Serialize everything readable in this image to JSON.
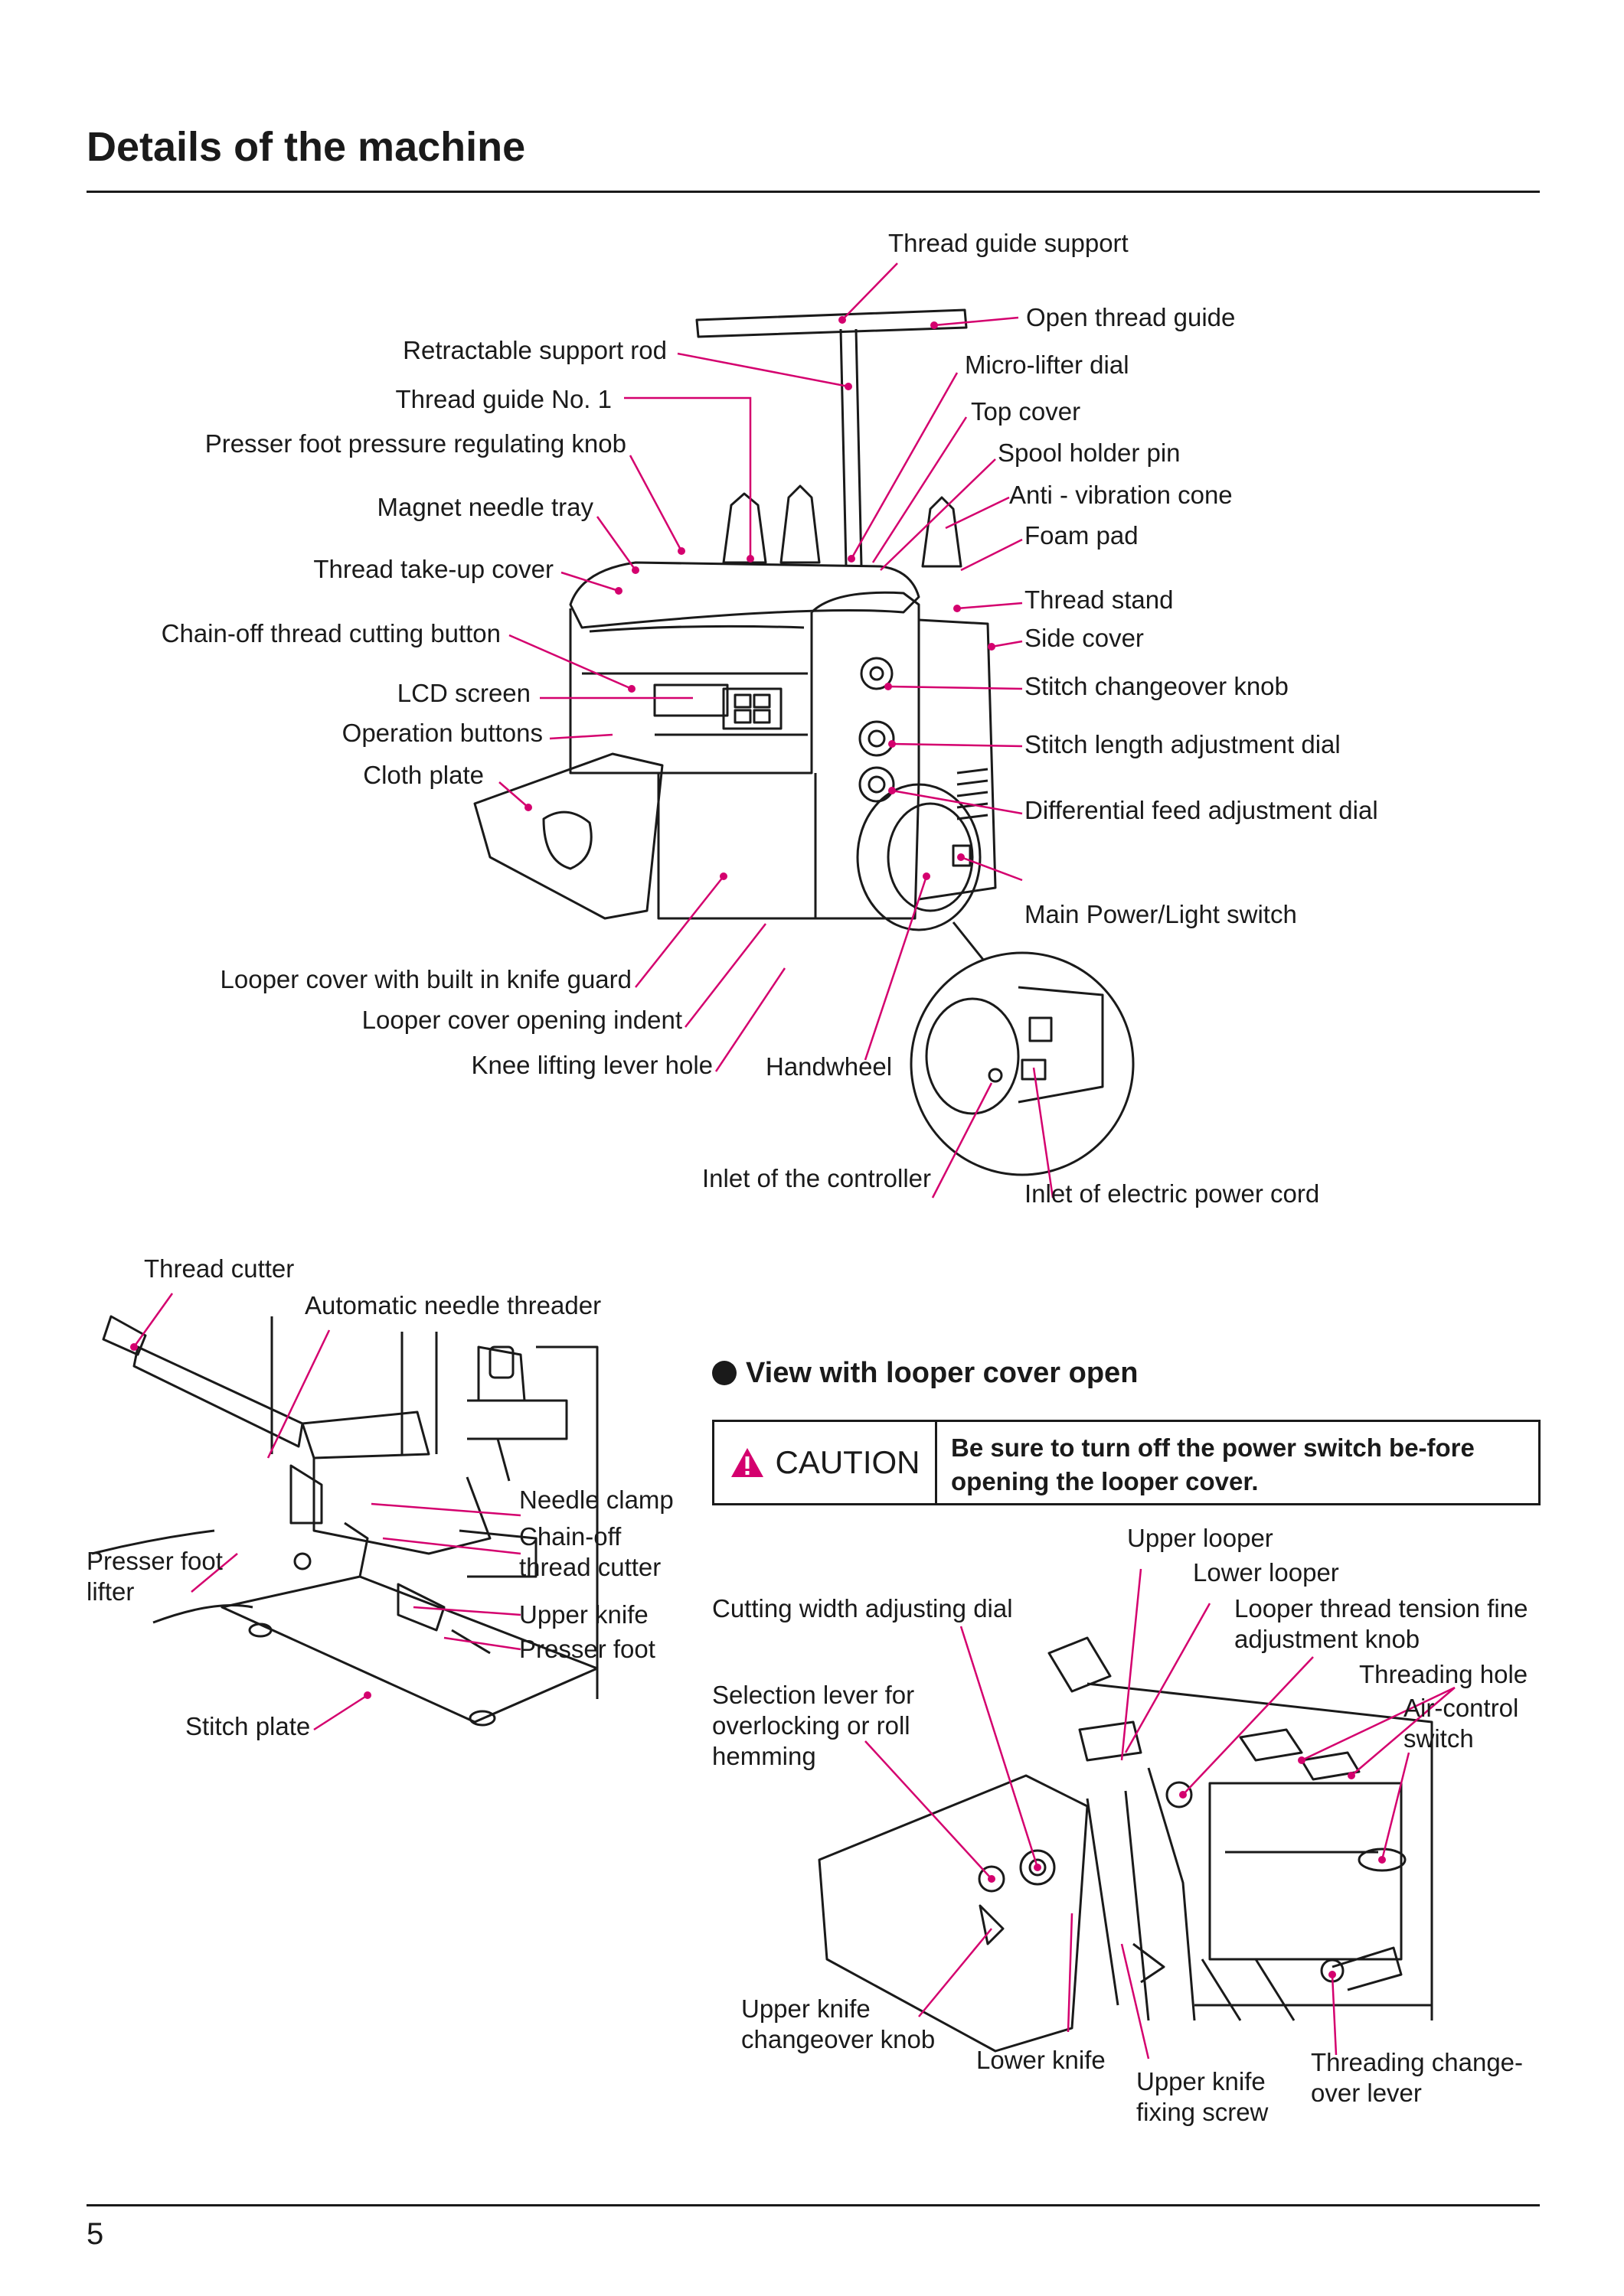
{
  "page": {
    "title": "Details of the machine",
    "number": "5"
  },
  "main_labels": {
    "thread_guide_support": "Thread guide support",
    "open_thread_guide": "Open thread guide",
    "retractable_support_rod": "Retractable support rod",
    "micro_lifter_dial": "Micro-lifter dial",
    "thread_guide_no1": "Thread guide No. 1",
    "top_cover": "Top cover",
    "presser_foot_pressure_knob": "Presser foot pressure regulating knob",
    "spool_holder_pin": "Spool holder pin",
    "anti_vibration_cone": "Anti - vibration cone",
    "magnet_needle_tray": "Magnet needle tray",
    "foam_pad": "Foam pad",
    "thread_take_up_cover": "Thread take-up cover",
    "thread_stand": "Thread stand",
    "chain_off_button": "Chain-off thread cutting button",
    "side_cover": "Side cover",
    "lcd_screen": "LCD screen",
    "stitch_changeover_knob": "Stitch changeover knob",
    "operation_buttons": "Operation buttons",
    "stitch_length_dial": "Stitch length adjustment dial",
    "cloth_plate": "Cloth plate",
    "differential_feed_dial": "Differential feed adjustment dial",
    "main_power_switch": "Main Power/Light switch",
    "looper_cover": "Looper cover with built in knife guard",
    "looper_cover_indent": "Looper cover opening indent",
    "knee_lever_hole": "Knee lifting lever hole",
    "handwheel": "Handwheel",
    "inlet_controller": "Inlet of the controller",
    "inlet_power_cord": "Inlet of electric power cord"
  },
  "needle_area_labels": {
    "thread_cutter": "Thread cutter",
    "auto_needle_threader": "Automatic needle threader",
    "needle_clamp": "Needle clamp",
    "presser_foot_lifter": "Presser foot lifter",
    "chain_off_thread_cutter": "Chain-off thread cutter",
    "upper_knife": "Upper knife",
    "presser_foot": "Presser foot",
    "stitch_plate": "Stitch plate"
  },
  "looper_section": {
    "title": "View with looper cover open",
    "caution": {
      "label": "CAUTION",
      "text": "Be sure to turn off the power switch be-fore opening the looper cover."
    },
    "labels": {
      "upper_looper": "Upper looper",
      "lower_looper": "Lower looper",
      "cutting_width_dial": "Cutting width adjusting dial",
      "looper_tension_knob": "Looper thread tension fine adjustment knob",
      "threading_hole": "Threading hole",
      "selection_lever": "Selection lever for overlocking or roll hemming",
      "air_control_switch": "Air-control switch",
      "upper_knife_changeover": "Upper knife changeover knob",
      "lower_knife": "Lower knife",
      "upper_knife_fixing_screw": "Upper knife fixing screw",
      "threading_changeover_lever": "Threading change-over lever"
    }
  },
  "colors": {
    "leader": "#d4006e",
    "text": "#1a1a1a",
    "caution_icon": "#d4006e"
  }
}
